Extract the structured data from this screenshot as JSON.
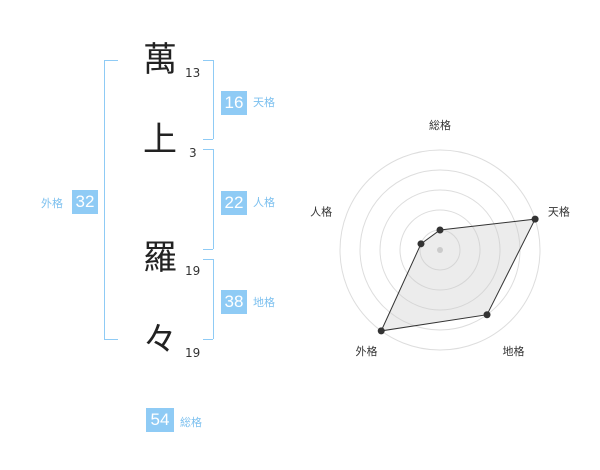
{
  "name": {
    "chars": [
      {
        "char": "萬",
        "strokes": "13"
      },
      {
        "char": "上",
        "strokes": "3"
      },
      {
        "char": "羅",
        "strokes": "19"
      },
      {
        "char": "々",
        "strokes": "19"
      }
    ]
  },
  "fortunes": {
    "tenkaku": {
      "value": "16",
      "label": "天格"
    },
    "jinkaku": {
      "value": "22",
      "label": "人格"
    },
    "chikaku": {
      "value": "38",
      "label": "地格"
    },
    "gaikaku": {
      "value": "32",
      "label": "外格"
    },
    "soukaku": {
      "value": "54",
      "label": "総格"
    }
  },
  "chart_data": {
    "type": "radar",
    "axes": [
      "総格",
      "天格",
      "地格",
      "外格",
      "人格"
    ],
    "values": [
      1,
      5,
      4,
      5,
      1
    ],
    "max": 5,
    "rings": 5
  }
}
